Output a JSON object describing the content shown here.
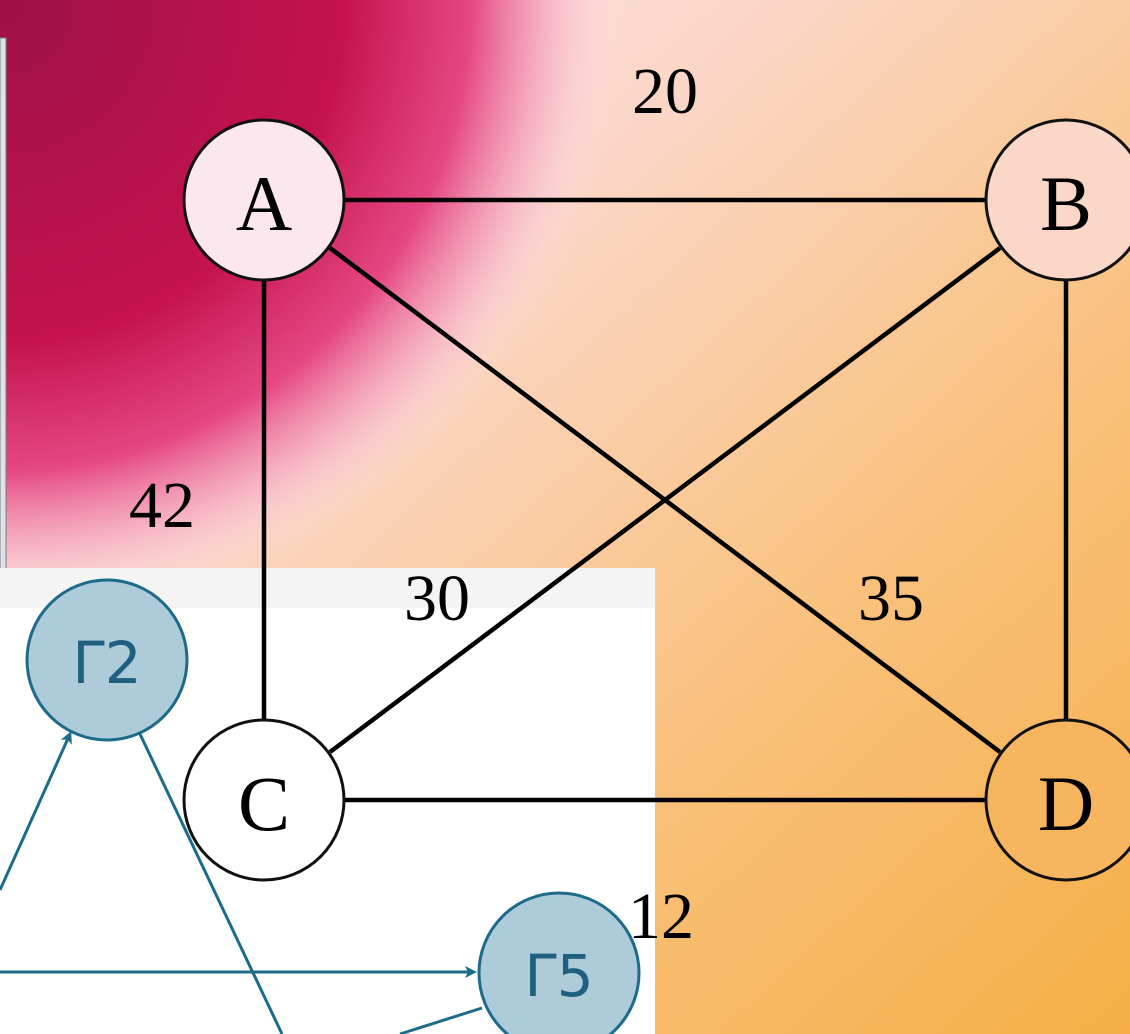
{
  "graph": {
    "nodes": [
      {
        "id": "A",
        "label": "A"
      },
      {
        "id": "B",
        "label": "B"
      },
      {
        "id": "C",
        "label": "C"
      },
      {
        "id": "D",
        "label": "D"
      }
    ],
    "edges": [
      {
        "from": "A",
        "to": "B",
        "weight": "20"
      },
      {
        "from": "A",
        "to": "C",
        "weight": "42"
      },
      {
        "from": "B",
        "to": "C",
        "weight": "30"
      },
      {
        "from": "A",
        "to": "D",
        "weight": "35"
      },
      {
        "from": "B",
        "to": "D",
        "weight": ""
      },
      {
        "from": "C",
        "to": "D",
        "weight": "12"
      }
    ]
  },
  "overlay": {
    "nodes": [
      {
        "id": "G2",
        "label": "Γ2"
      },
      {
        "id": "G5",
        "label": "Γ5"
      }
    ]
  },
  "colors": {
    "edge": "#000000",
    "overlay_node_fill": "#adcbd8",
    "overlay_node_stroke": "#1d6b8a",
    "overlay_label": "#1f5f80",
    "background_top_left": "#c4134e",
    "background_bottom_right": "#f6ae45"
  }
}
